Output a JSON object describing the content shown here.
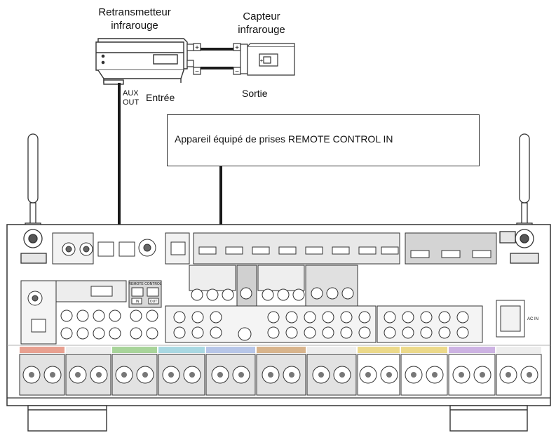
{
  "labels": {
    "retransmitter_line1": "Retransmetteur",
    "retransmitter_line2": "infrarouge",
    "sensor_line1": "Capteur",
    "sensor_line2": "infrarouge",
    "aux": "AUX",
    "out": "OUT",
    "input": "Entrée",
    "output": "Sortie",
    "device": "Appareil équipé de prises REMOTE CONTROL IN",
    "remote_control": "REMOTE CONTROL",
    "in": "IN",
    "out_jack": "OUT",
    "ac_in": "AC IN"
  },
  "colors": {
    "cable": "#1a1a1a",
    "panel_stroke": "#333333",
    "panel_fill": "#ffffff",
    "jack_fill": "#d8d8d8",
    "label_band_red": "#e8a090",
    "label_band_brown": "#d8b48c",
    "label_band_green": "#a8d49a",
    "label_band_cyan": "#a9d8e2",
    "label_band_blue": "#b7c6e8",
    "label_band_yellow": "#ecd98a",
    "label_band_purple": "#cdb3e3"
  },
  "icons": {
    "plus": "plus-icon",
    "minus": "minus-icon",
    "antenna": "antenna-icon"
  }
}
